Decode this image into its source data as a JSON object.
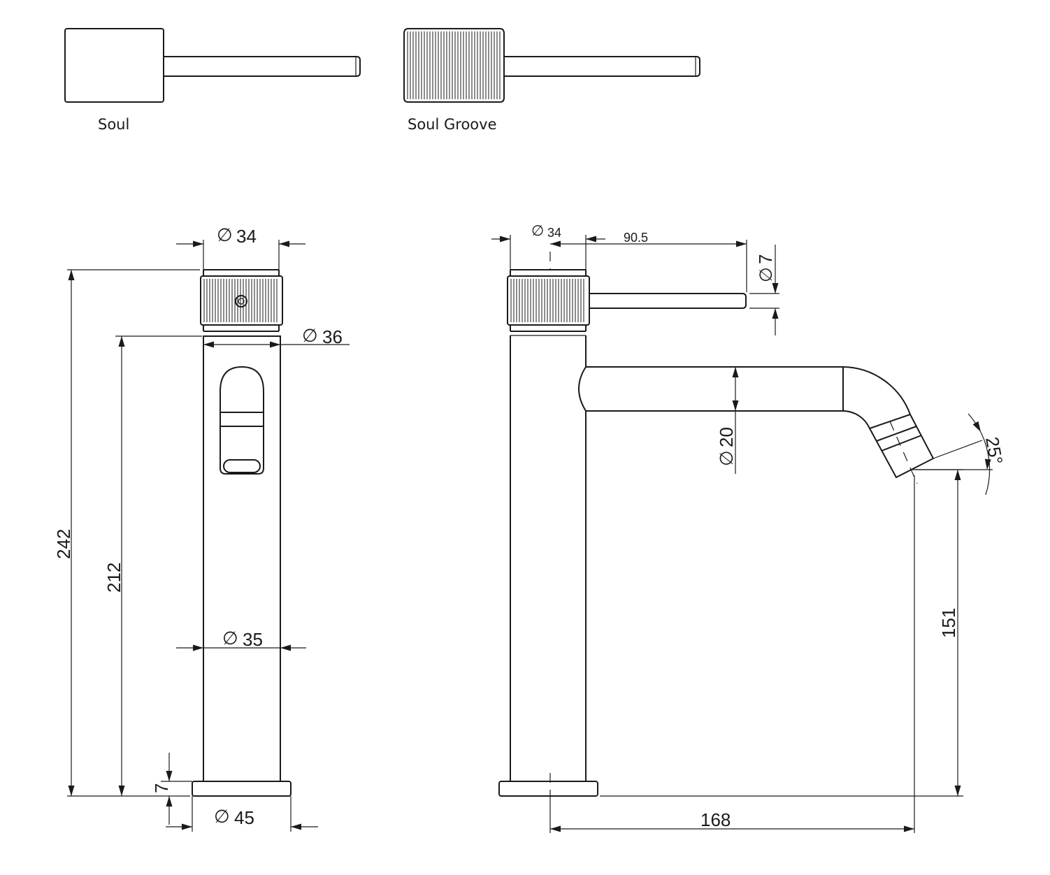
{
  "handle_labels": {
    "soul": "Soul",
    "soul_groove": "Soul Groove"
  },
  "dimensions": {
    "front_handle_diameter": "34",
    "front_body_top_diameter": "36",
    "front_total_height": "242",
    "front_body_height": "212",
    "front_body_diameter": "35",
    "front_base_height": "7",
    "front_base_diameter": "45",
    "side_handle_diameter": "34",
    "side_lever_length": "90.5",
    "side_lever_diameter": "7",
    "side_spout_diameter": "20",
    "side_aerator_angle": "25°",
    "side_outlet_height": "151",
    "side_spout_reach": "168"
  },
  "symbols": {
    "diameter": "∅"
  },
  "colors": {
    "line": "#1a1a1a",
    "background": "#ffffff"
  }
}
